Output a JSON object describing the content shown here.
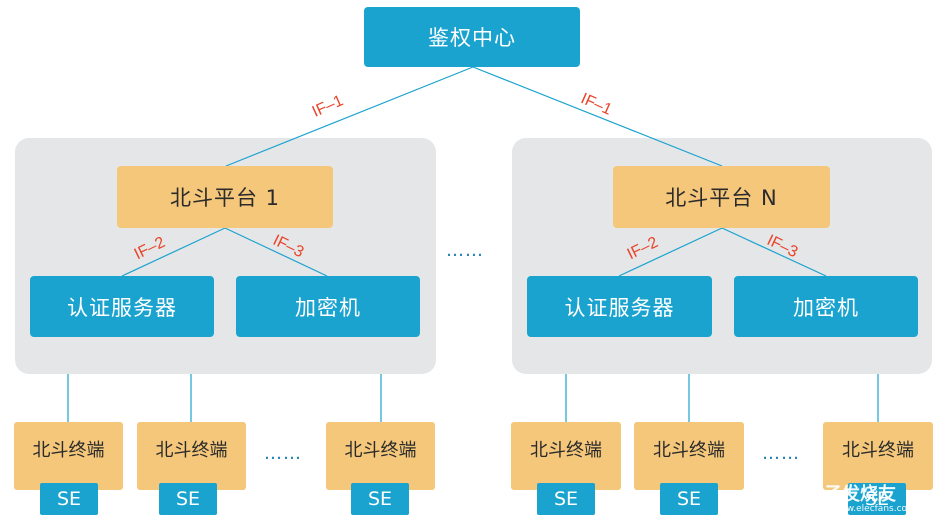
{
  "center": {
    "label": "鉴权中心"
  },
  "platforms": [
    {
      "label": "北斗平台 1",
      "auth_server": "认证服务器",
      "encryptor": "加密机",
      "if_top": "IF–1",
      "if_left": "IF–2",
      "if_right": "IF–3"
    },
    {
      "label": "北斗平台 N",
      "auth_server": "认证服务器",
      "encryptor": "加密机",
      "if_top": "IF–1",
      "if_left": "IF–2",
      "if_right": "IF–3"
    }
  ],
  "ellipsis": "……",
  "terminal": {
    "label": "北斗终端",
    "se": "SE"
  },
  "watermark": {
    "brand": "电子发烧友",
    "url": "www.elecfans.com"
  },
  "colors": {
    "blue": "#1ba3cf",
    "orange": "#f5c77a",
    "group_bg": "#e5e6e8",
    "if_label": "#e8452a"
  }
}
